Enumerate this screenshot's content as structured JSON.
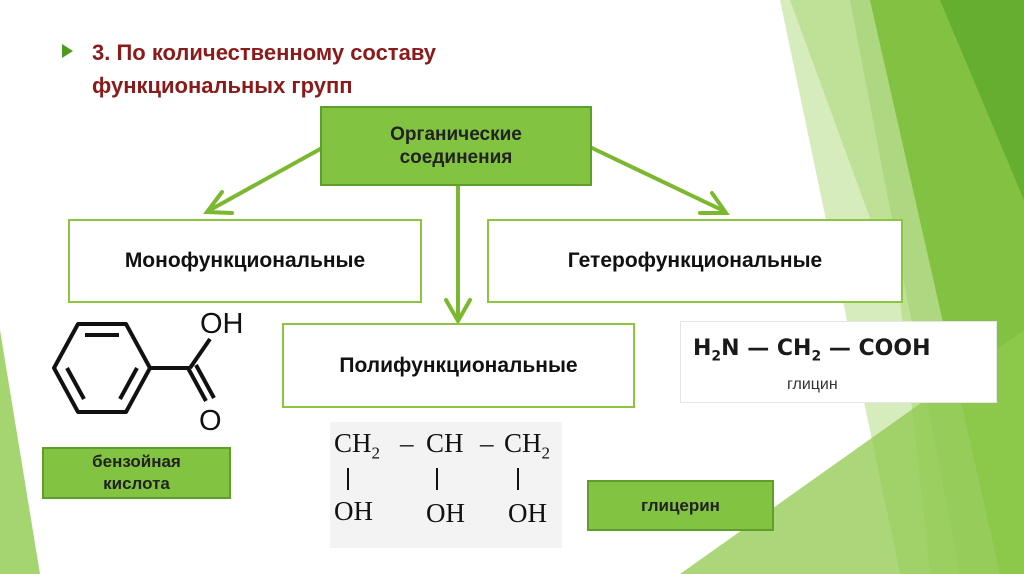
{
  "title": {
    "line1": "3. По количественному составу",
    "line2": "функциональных групп"
  },
  "root_box": {
    "line1": "Органические",
    "line2": "соединения"
  },
  "categories": {
    "mono": "Монофункциональные",
    "hetero": "Гетерофункциональные",
    "poly": "Полифункциональные"
  },
  "examples": {
    "benzoic_acid": {
      "label_line1": "бензойная",
      "label_line2": "кислота",
      "oh_top": "OH",
      "o_bottom": "O"
    },
    "glycine": {
      "part1": "H",
      "sub1": "2",
      "part2": "N — CH",
      "sub2": "2",
      "part3": " — COOH",
      "name": "глицин"
    },
    "glycerol": {
      "ch2_a": "CH",
      "ch2_a_sub": "2",
      "dash1": "–",
      "ch": "CH",
      "dash2": "–",
      "ch2_b": "CH",
      "ch2_b_sub": "2",
      "oh1": "OH",
      "oh2": "OH",
      "oh3": "OH",
      "label": "глицерин"
    }
  },
  "colors": {
    "title": "#8b1a1a",
    "accent_green": "#82c341",
    "arrow_green": "#7cb82f",
    "box_border": "#8cc63f"
  }
}
